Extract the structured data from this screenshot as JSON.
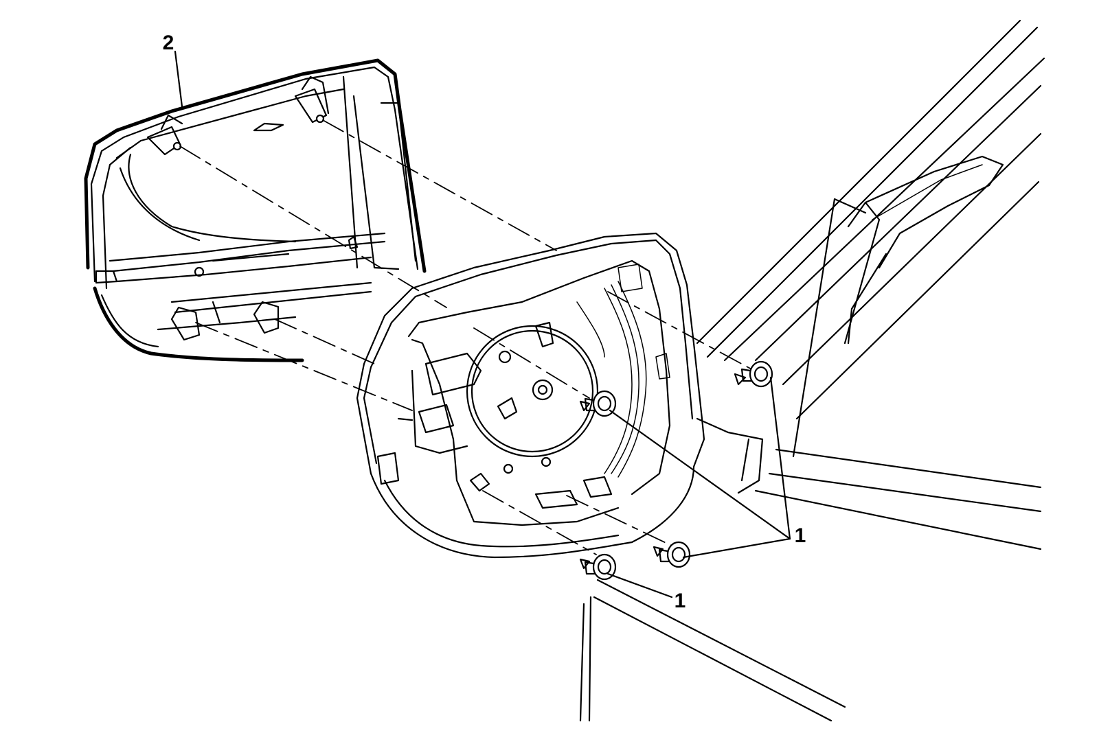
{
  "diagram": {
    "callouts": [
      {
        "id": "cover",
        "label": "2"
      },
      {
        "id": "screws-group",
        "label": "1"
      },
      {
        "id": "screw-single",
        "label": "1"
      }
    ]
  }
}
